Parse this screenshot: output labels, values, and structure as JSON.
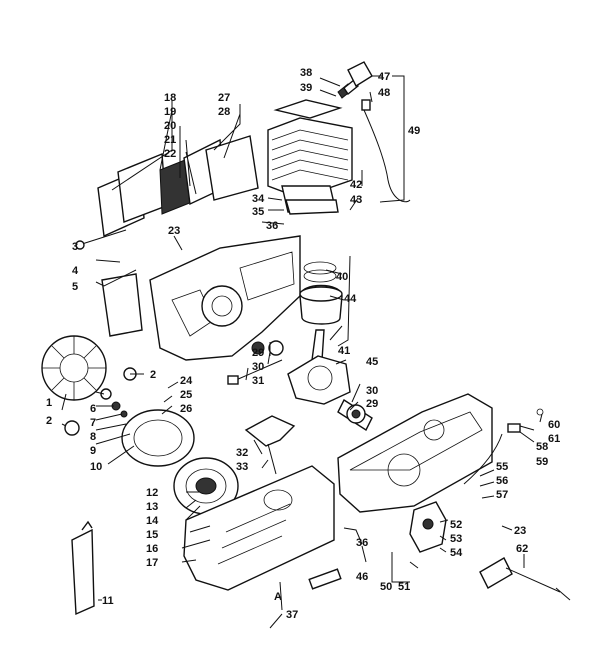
{
  "labels": {
    "l1": "1",
    "l2a": "2",
    "l2b": "2",
    "l3": "3",
    "l4": "4",
    "l5": "5",
    "l6": "6",
    "l7": "7",
    "l8": "8",
    "l9": "9",
    "l10": "10",
    "l11": "11",
    "l12": "12",
    "l13": "13",
    "l14": "14",
    "l15": "15",
    "l16": "16",
    "l17": "17",
    "l18": "18",
    "l19": "19",
    "l20": "20",
    "l21": "21",
    "l22": "22",
    "l23a": "23",
    "l23b": "23",
    "l24": "24",
    "l25": "25",
    "l26": "26",
    "l27": "27",
    "l28": "28",
    "l29a": "29",
    "l29b": "29",
    "l30a": "30",
    "l30b": "30",
    "l31": "31",
    "l32": "32",
    "l33": "33",
    "l34": "34",
    "l35": "35",
    "l36a": "36",
    "l36b": "36",
    "l37": "37",
    "l38": "38",
    "l39": "39",
    "l40": "40",
    "l41": "41",
    "l42": "42",
    "l43": "43",
    "l44": "44",
    "l45": "45",
    "l46": "46",
    "l47": "47",
    "l48": "48",
    "l49": "49",
    "l50": "50",
    "l51": "51",
    "l52": "52",
    "l53": "53",
    "l54": "54",
    "l55": "55",
    "l56": "56",
    "l57": "57",
    "l58": "58",
    "l59": "59",
    "l60": "60",
    "l61": "61",
    "l62": "62",
    "lA": "A"
  }
}
